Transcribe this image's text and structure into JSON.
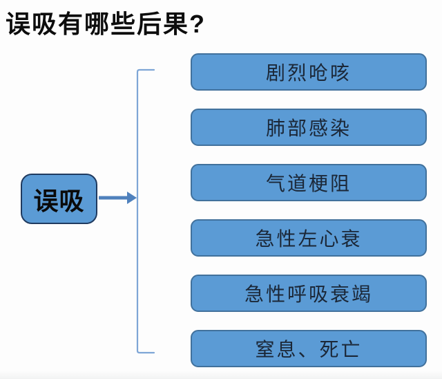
{
  "title": "误吸有哪些后果?",
  "diagram": {
    "root": {
      "label": "误吸"
    },
    "consequences": [
      {
        "label": "剧烈呛咳"
      },
      {
        "label": "肺部感染"
      },
      {
        "label": "气道梗阻"
      },
      {
        "label": "急性左心衰"
      },
      {
        "label": "急性呼吸衰竭"
      },
      {
        "label": "窒息、死亡"
      }
    ],
    "colors": {
      "box_fill": "#5B9BD5",
      "box_border": "#41719C",
      "root_border": "#1F3A5F",
      "box_text": "#1B2737",
      "title_text": "#0D0D0D",
      "bracket_line": "#7EA6D6",
      "arrow": "#4F81BD"
    }
  }
}
